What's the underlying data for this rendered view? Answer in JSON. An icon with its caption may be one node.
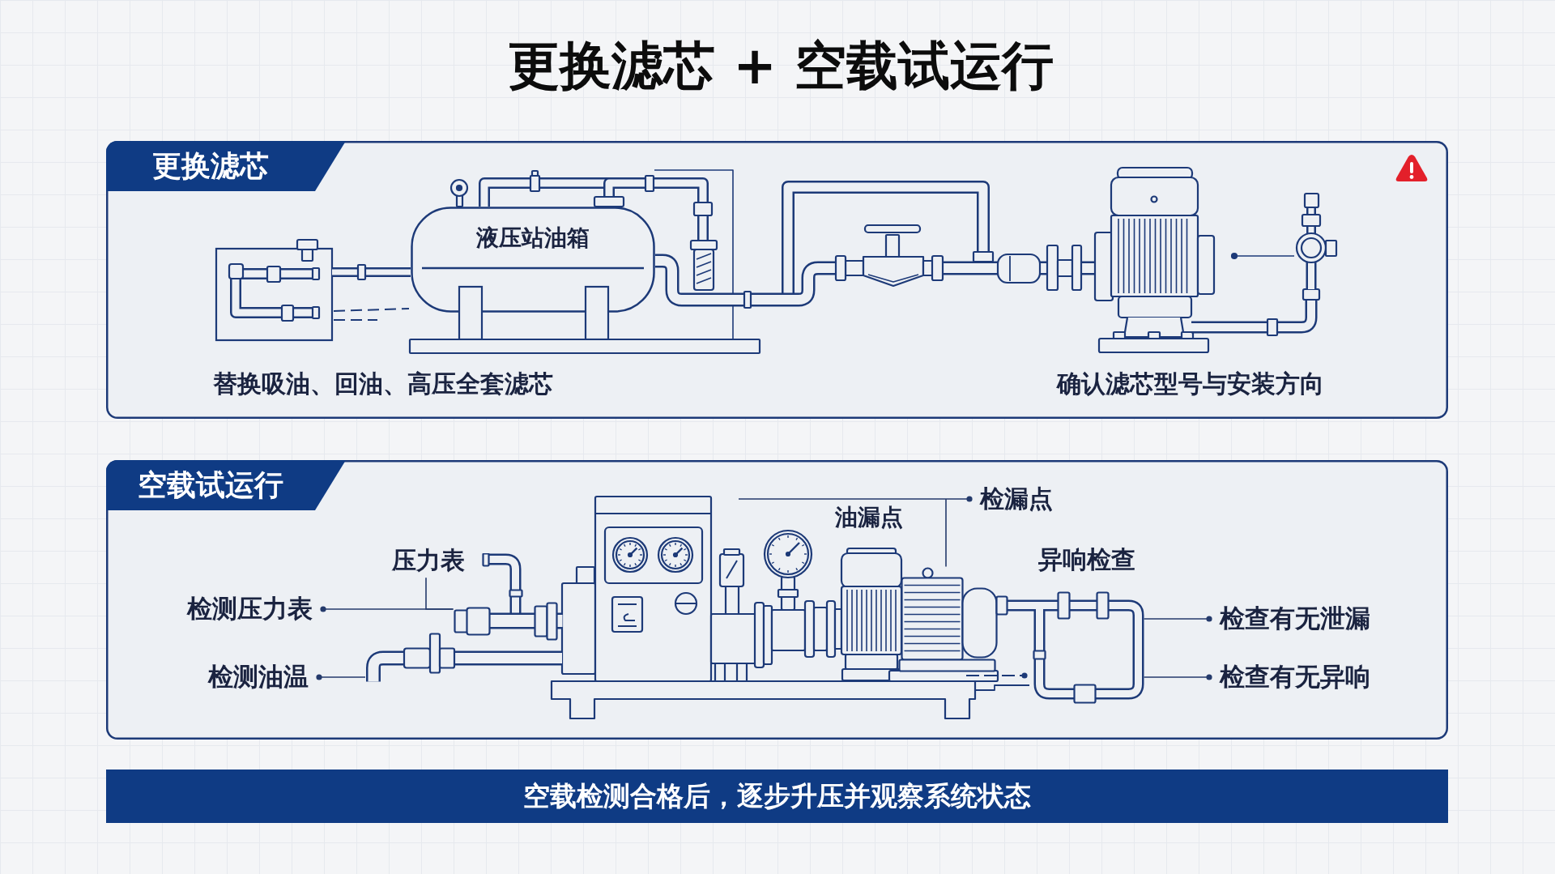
{
  "diagram": {
    "title": "更换滤芯 + 空载试运行",
    "nodes": [
      {
        "text": [
          "更换滤芯"
        ]
      },
      {
        "text": [
          "液压站油箱"
        ],
        "in": 0
      },
      {
        "text": [
          "空载试运行"
        ]
      },
      {
        "text": [
          "压力表"
        ],
        "in": 2
      },
      {
        "text": [
          "检测压力表"
        ],
        "in": 2
      },
      {
        "text": [
          "检测油温"
        ],
        "in": 2
      },
      {
        "text": [
          "检漏点"
        ],
        "in": 2
      },
      {
        "text": [
          "检查有无泄漏"
        ],
        "in": 2
      },
      {
        "text": [
          "检查有无异响"
        ],
        "in": 2
      },
      {
        "text": [],
        "shape": "picture",
        "in": 2
      },
      {
        "text": [],
        "shape": "picture",
        "in": 2
      },
      {
        "text": [],
        "shape": "picture",
        "in": 2
      },
      {
        "text": [],
        "shape": "picture",
        "in": 2
      },
      {
        "text": [
          "空载检测合格后，逐步升压并观察系统状态"
        ]
      }
    ],
    "edges": [
      {
        "from": 3,
        "to": 9,
        "arrow": "none"
      },
      {
        "from": 4,
        "to": 9,
        "arrow": "other"
      },
      {
        "from": 5,
        "to": 10,
        "arrow": "other"
      },
      {
        "from": 6,
        "to": 11,
        "arrow": "other"
      },
      {
        "from": 7,
        "to": 12,
        "arrow": "other"
      },
      {
        "from": 8,
        "to": 12,
        "arrow": "other"
      }
    ],
    "labels": [
      "替换吸油、回油、高压全套滤芯",
      "确认滤芯型号与安装方向",
      "油漏点",
      "异响检查"
    ]
  }
}
